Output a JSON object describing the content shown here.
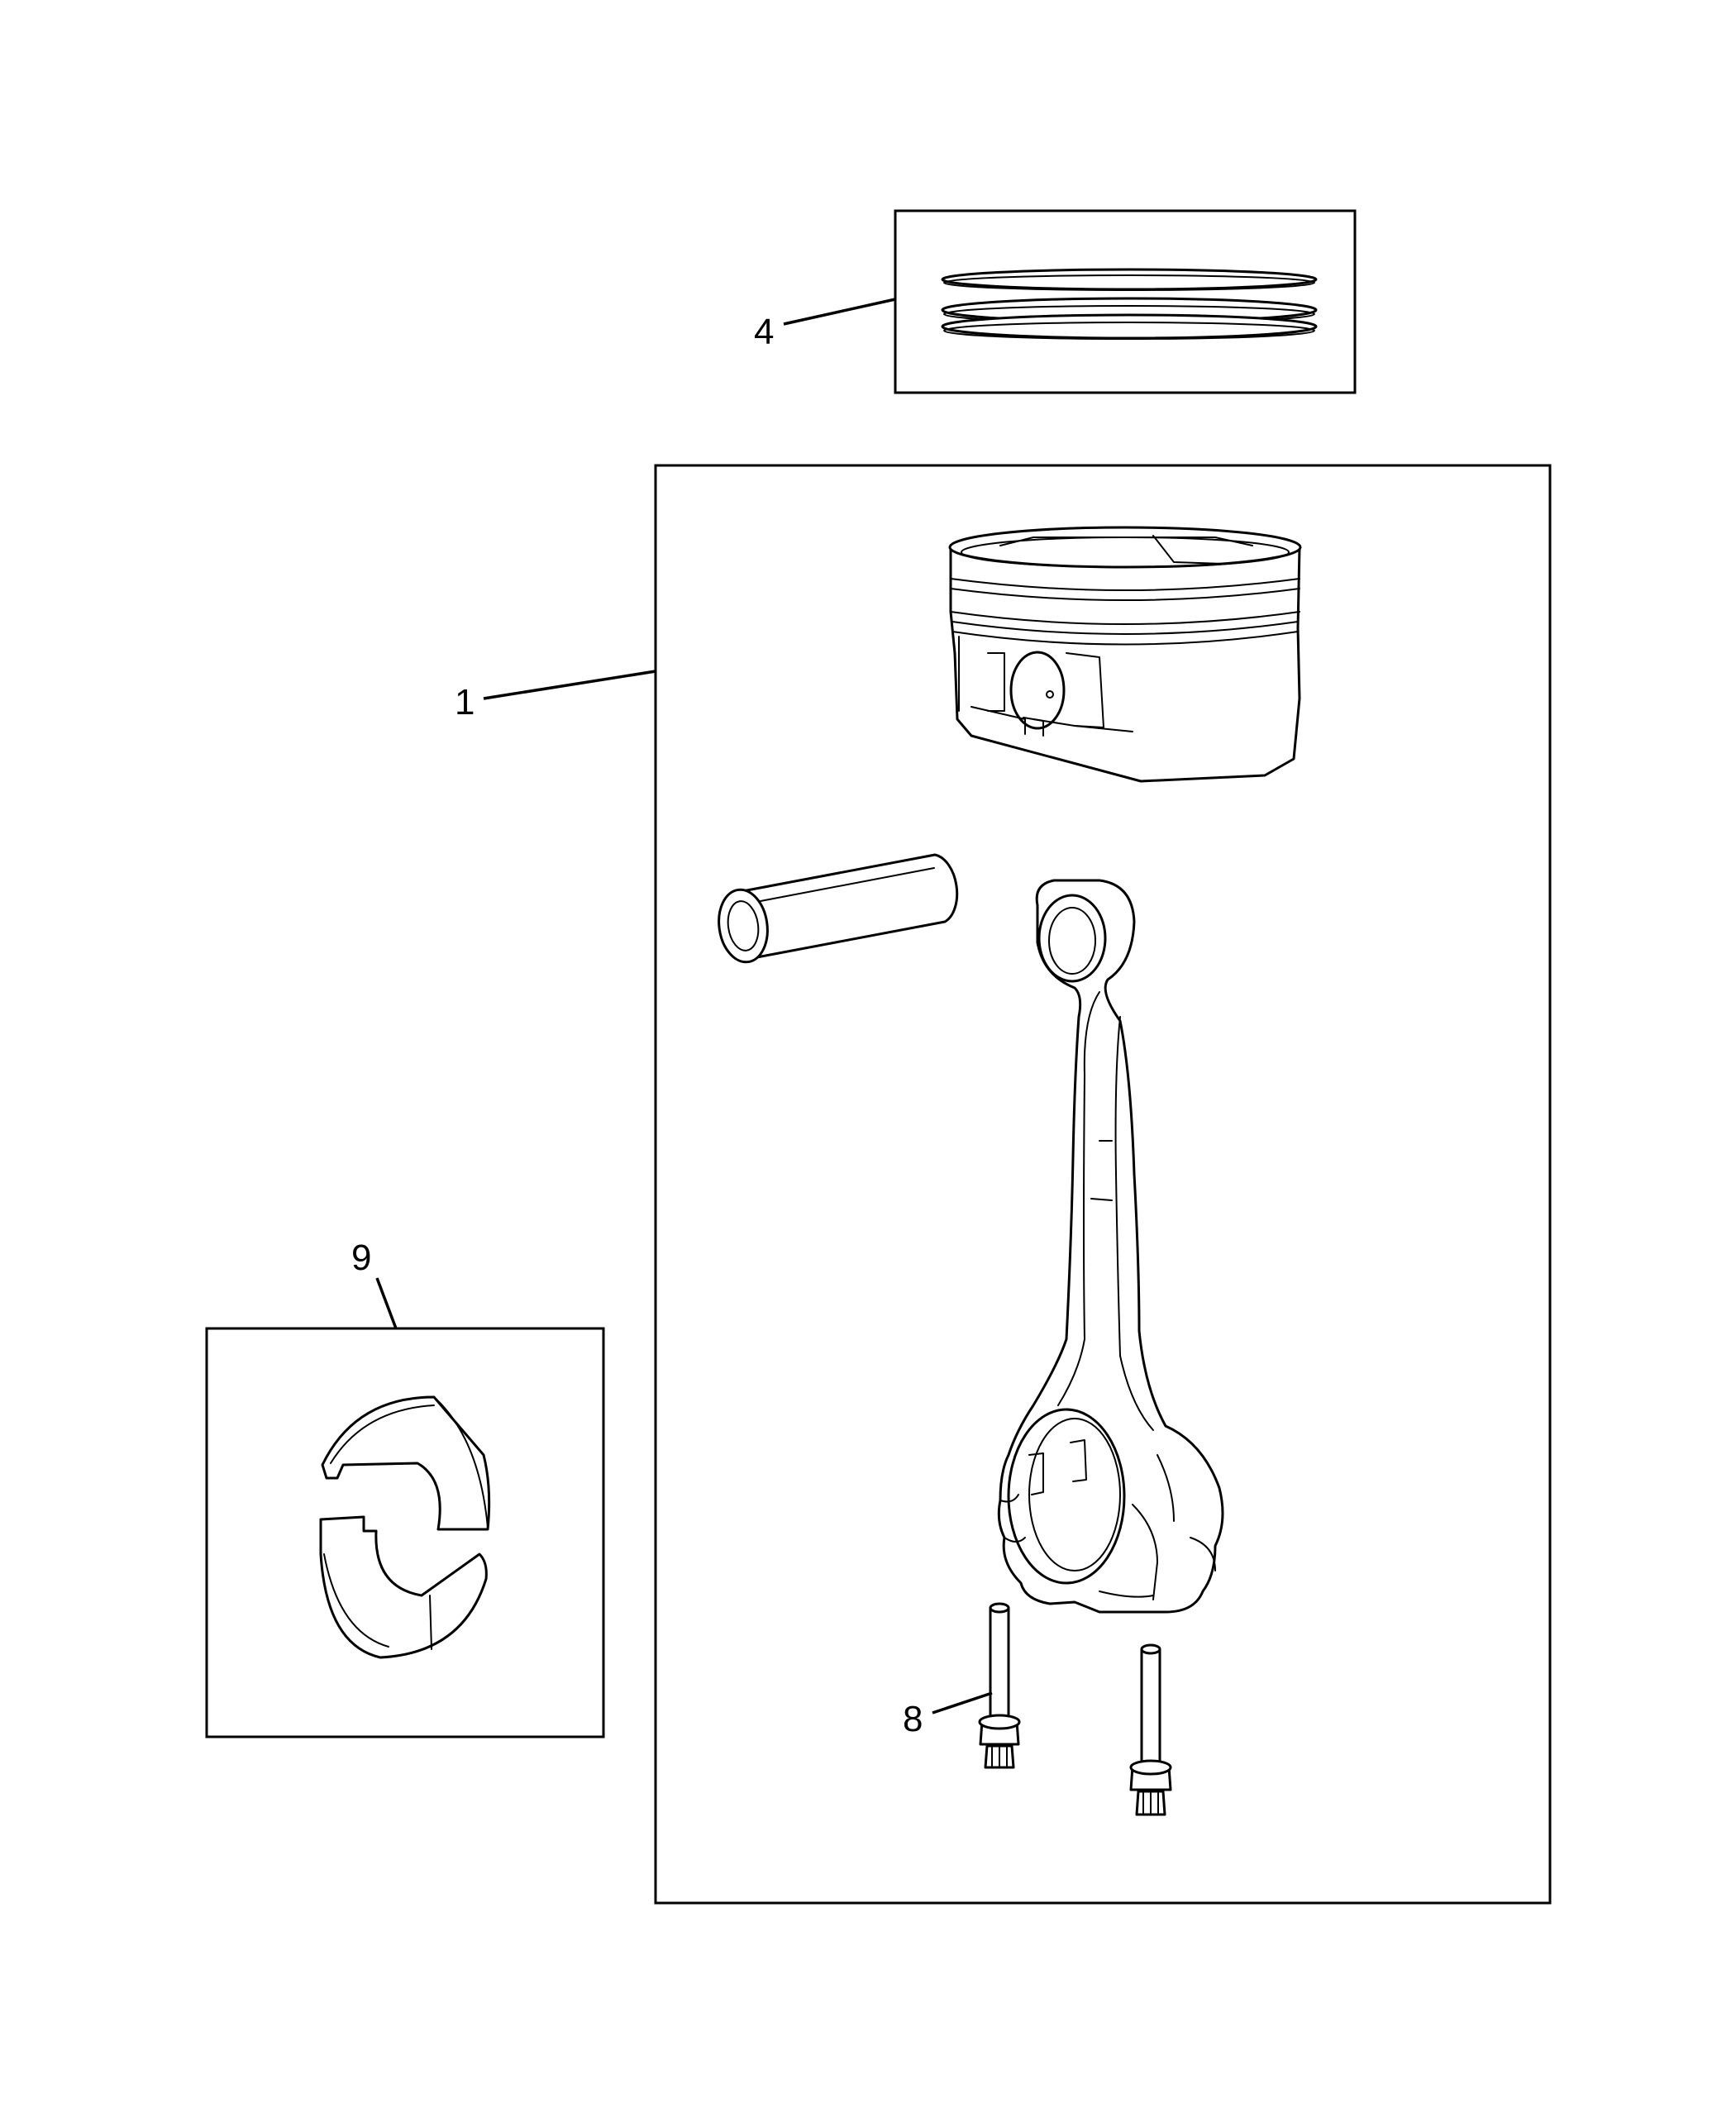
{
  "callouts": {
    "piston_assembly": "1",
    "piston_rings": "4",
    "rod_bolts": "8",
    "rod_bearings": "9"
  },
  "colors": {
    "line": "#000000",
    "background": "#ffffff"
  }
}
